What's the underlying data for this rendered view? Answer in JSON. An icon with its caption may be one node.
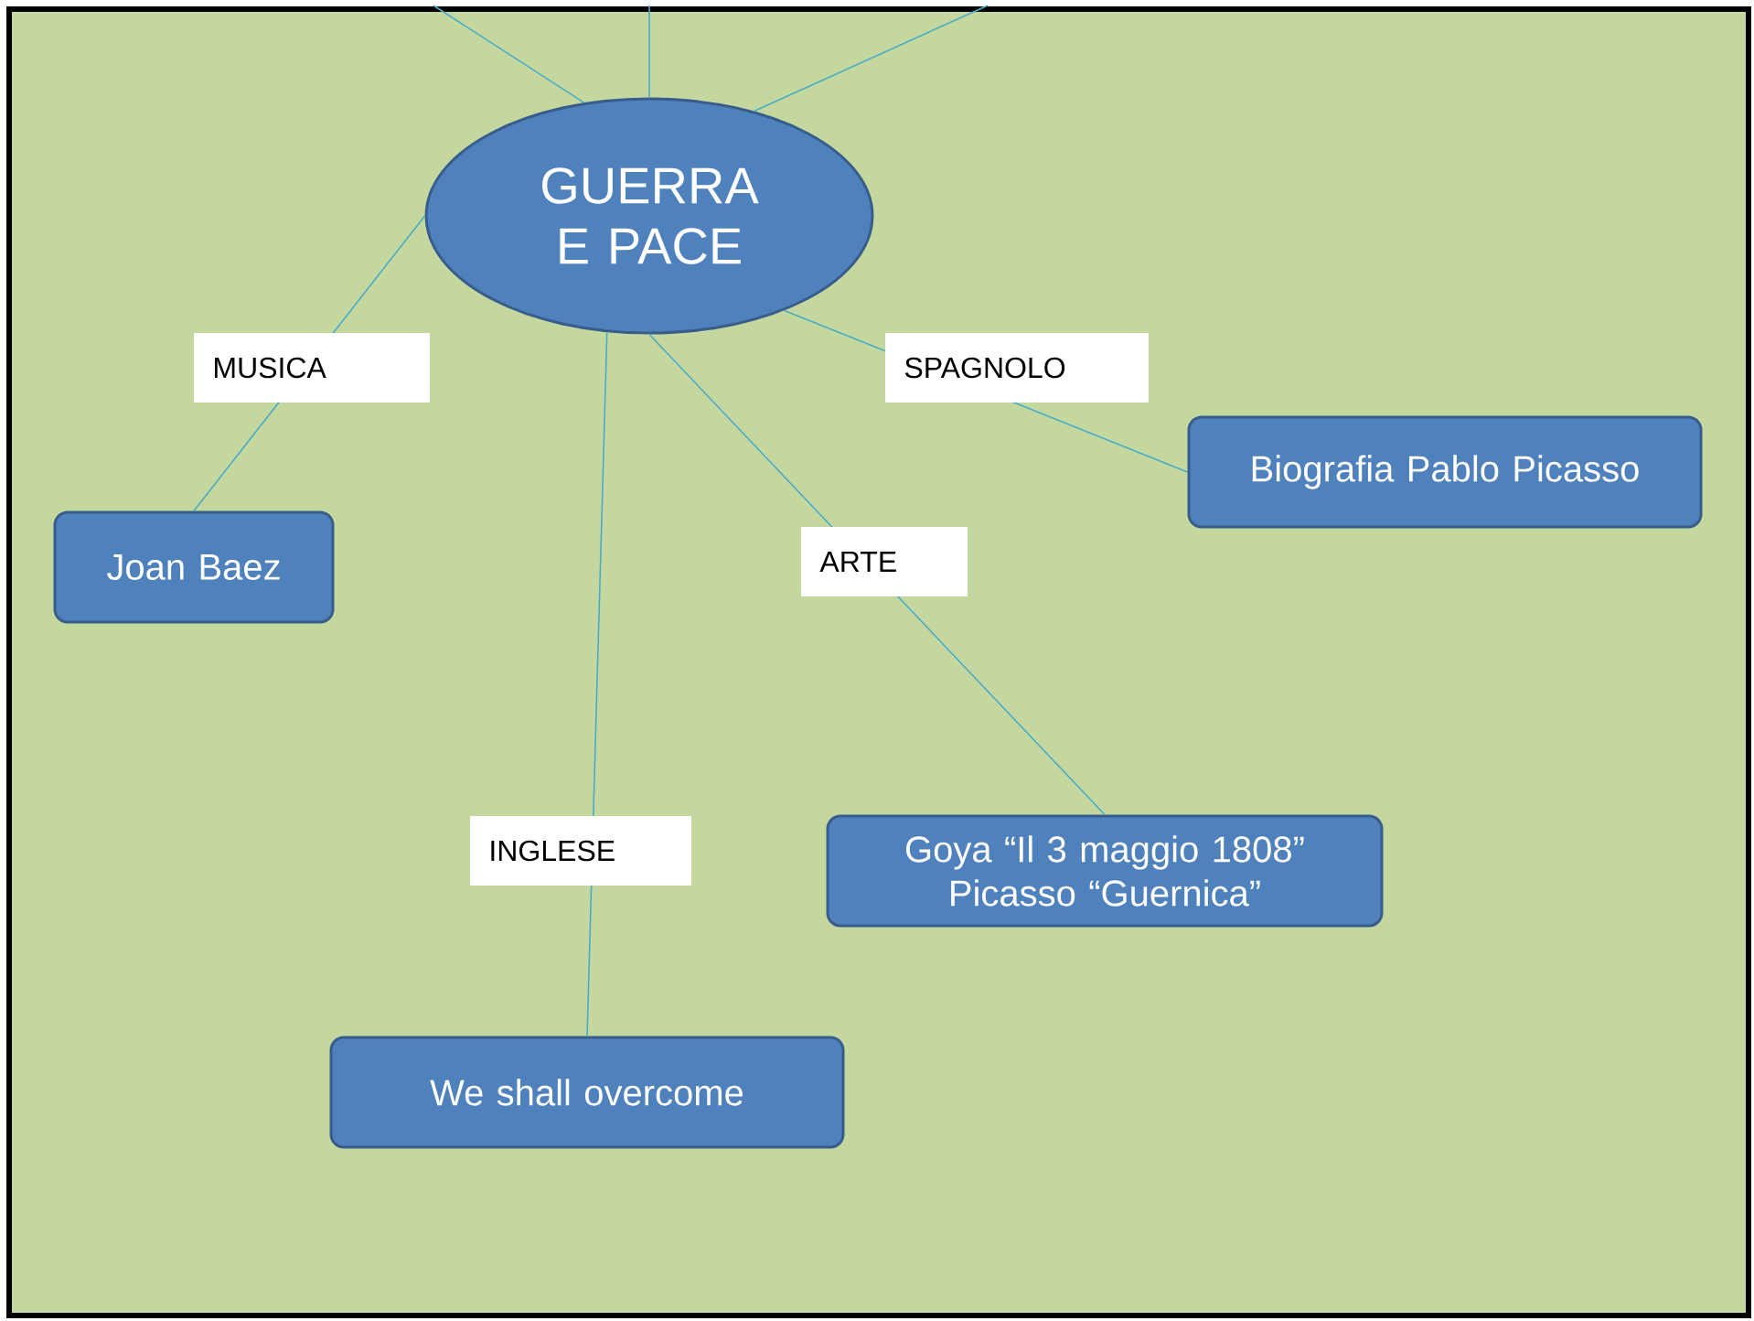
{
  "diagram": {
    "nodes": [
      {
        "text": [
          "GUERRA E PACE"
        ]
      },
      {
        "text": [
          "Biografia Pablo Picasso"
        ]
      },
      {
        "text": [
          "Joan Baez"
        ]
      },
      {
        "text": [
          "Goya “Il 3 maggio 1808” Picasso “Guernica”"
        ]
      },
      {
        "text": [
          "We shall overcome"
        ]
      }
    ],
    "edges": [
      {
        "from": 0,
        "to": null,
        "arrow": "none"
      },
      {
        "from": 0,
        "to": null,
        "arrow": "none"
      },
      {
        "from": 0,
        "to": null,
        "arrow": "none"
      },
      {
        "from": 0,
        "to": 2,
        "arrow": "none",
        "label": "MUSICA"
      },
      {
        "from": 0,
        "to": 1,
        "arrow": "none",
        "label": "SPAGNOLO"
      },
      {
        "from": 0,
        "to": 3,
        "arrow": "none",
        "label": "ARTE"
      },
      {
        "from": 0,
        "to": 4,
        "arrow": "none",
        "label": "INGLESE"
      }
    ]
  }
}
